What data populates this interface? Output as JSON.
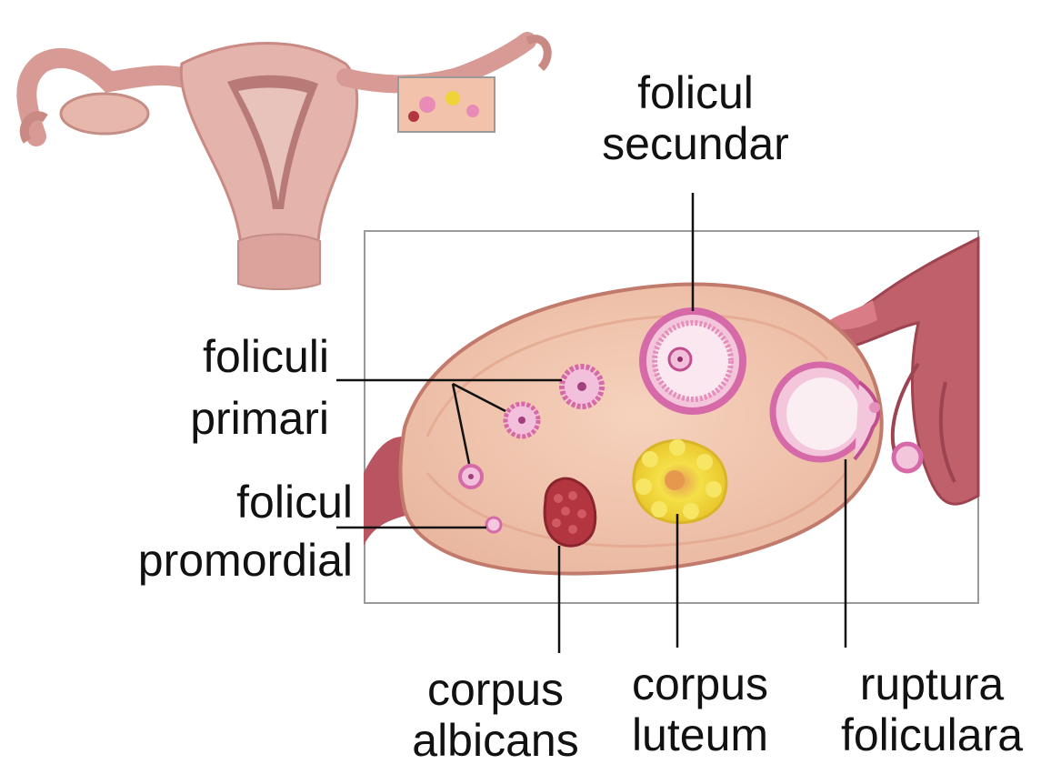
{
  "labels": {
    "secondary_follicle": [
      "folicul",
      "secundar"
    ],
    "primary_follicles": [
      "foliculi",
      "primari"
    ],
    "primordial_follicle": [
      "folicul",
      "promordial"
    ],
    "corpus_albicans": [
      "corpus",
      "albicans"
    ],
    "corpus_luteum": [
      "corpus",
      "luteum"
    ],
    "follicular_rupture": [
      "ruptura",
      "foliculara"
    ]
  },
  "colors": {
    "uterus": "#e4b3ac",
    "uterus_dark": "#c98a84",
    "ovary": "#f2c6ab",
    "follicle_ring": "#d66aa8",
    "corpus_albicans": "#b2353f",
    "corpus_luteum": "#f0d339",
    "tube": "#b85560",
    "leader_line": "#111111",
    "frame": "#999999"
  }
}
